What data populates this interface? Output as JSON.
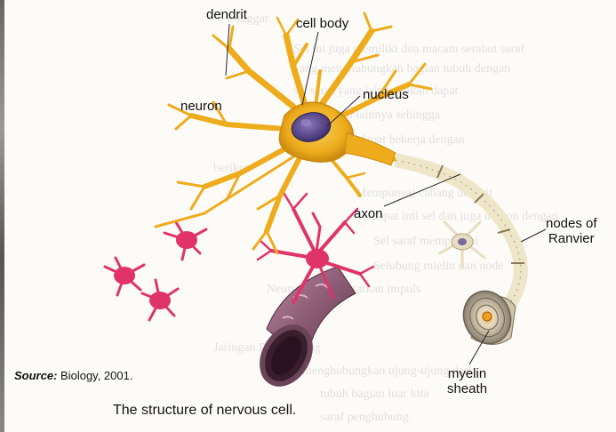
{
  "labels": {
    "dendrit": "dendrit",
    "cell_body": "cell body",
    "nucleus": "nucleus",
    "neuron": "neuron",
    "axon": "axon",
    "nodes_of_ranvier_line1": "nodes of",
    "nodes_of_ranvier_line2": "Ranvier",
    "myelin_sheath_line1": "myelin",
    "myelin_sheath_line2": "sheath"
  },
  "source": {
    "prefix": "Source:",
    "text": "Biology, 2001."
  },
  "caption": "The structure of nervous cell.",
  "colors": {
    "neuron_body": "#f0b21e",
    "neuron_dark": "#c98a10",
    "nucleus": "#5a4a8a",
    "glial": "#e0336a",
    "myelin": "#efe6c9",
    "vessel": "#8a5a72"
  }
}
